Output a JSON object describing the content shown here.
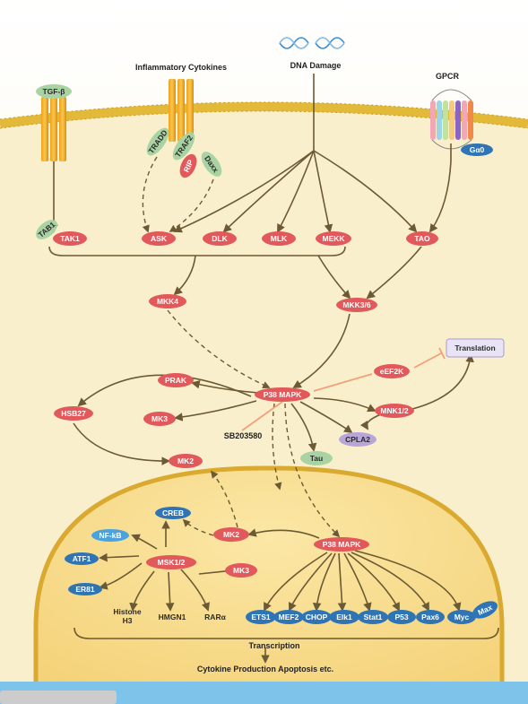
{
  "labels": {
    "tgfb": "TGF-β",
    "inflammatory": "Inflammatory Cytokines",
    "dna_damage": "DNA Damage",
    "gpcr": "GPCR",
    "galpha": "Gα0",
    "sb": "SB203580",
    "transcription": "Transcription",
    "outcome": "Cytokine Production Apoptosis etc."
  },
  "nodes": {
    "tradd": "TRADD",
    "traf2": "TRAF2",
    "rip": "RIP",
    "daxx": "Daxx",
    "tab1": "TAB1",
    "tak1": "TAK1",
    "ask": "ASK",
    "dlk": "DLK",
    "mlk": "MLK",
    "mekk": "MEKK",
    "tao": "TAO",
    "mkk4": "MKK4",
    "mkk36": "MKK3/6",
    "prak": "PRAK",
    "p38": "P38 MAPK",
    "eef2k": "eEF2K",
    "translation": "Translation",
    "hsb27": "HSB27",
    "mk3": "MK3",
    "mnk12": "MNK1/2",
    "cpla2": "CPLA2",
    "tau": "Tau",
    "mk2": "MK2",
    "creb": "CREB",
    "nfkb": "NF-kB",
    "atf1": "ATF1",
    "er81": "ER81",
    "msk12": "MSK1/2",
    "histone1": "Histone",
    "histone2": "H3",
    "hmgn1": "HMGN1",
    "rara": "RARα",
    "mk2n": "MK2",
    "p38n": "P38 MAPK",
    "mk3n": "MK3",
    "ets1": "ETS1",
    "mef2": "MEF2",
    "chop": "CHOP",
    "elk1": "Elk1",
    "stat1": "Stat1",
    "p53": "P53",
    "pax6": "Pax6",
    "myc": "Myc",
    "max": "Max"
  },
  "colors": {
    "red_node": "#e2595c",
    "green_node": "#a9d3a3",
    "blue_node": "#2f75b5",
    "purple_node": "#b9a6d8",
    "arrow": "#6b5a33",
    "inhibit": "#f2a07a",
    "membrane": "#e3b93a",
    "cytoplasm": "#faf0cf",
    "nucleus": "#f8dc88"
  }
}
